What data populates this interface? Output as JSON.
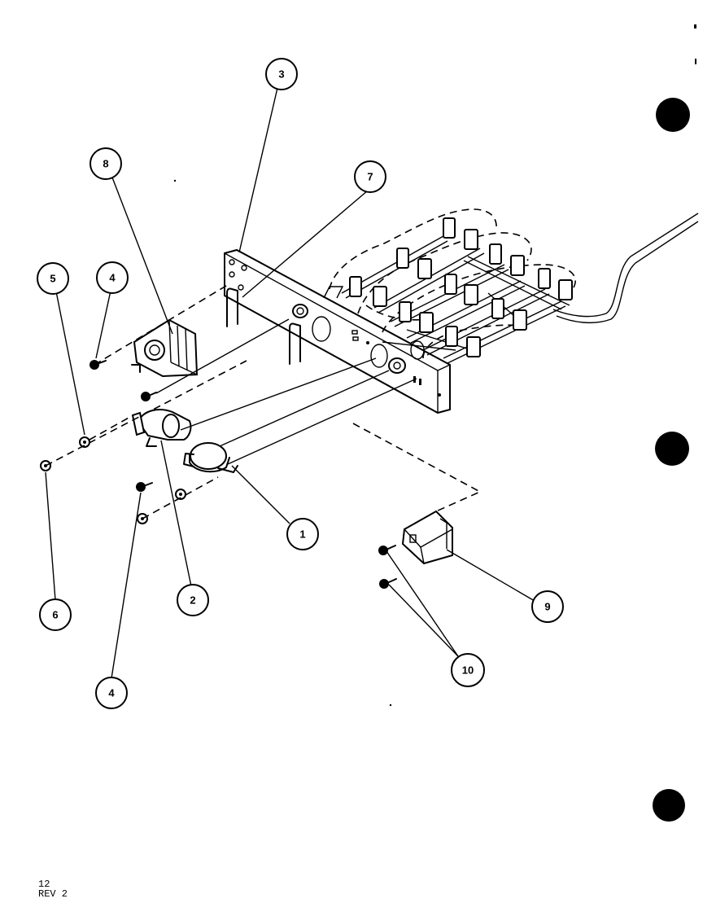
{
  "callouts": [
    {
      "id": "1",
      "label": "1"
    },
    {
      "id": "2",
      "label": "2"
    },
    {
      "id": "3",
      "label": "3"
    },
    {
      "id": "4a",
      "label": "4"
    },
    {
      "id": "4b",
      "label": "4"
    },
    {
      "id": "5",
      "label": "5"
    },
    {
      "id": "6",
      "label": "6"
    },
    {
      "id": "7",
      "label": "7"
    },
    {
      "id": "8",
      "label": "8"
    },
    {
      "id": "9",
      "label": "9"
    },
    {
      "id": "10",
      "label": "10"
    }
  ],
  "footer": {
    "page": "12",
    "revision": "REV 2"
  }
}
